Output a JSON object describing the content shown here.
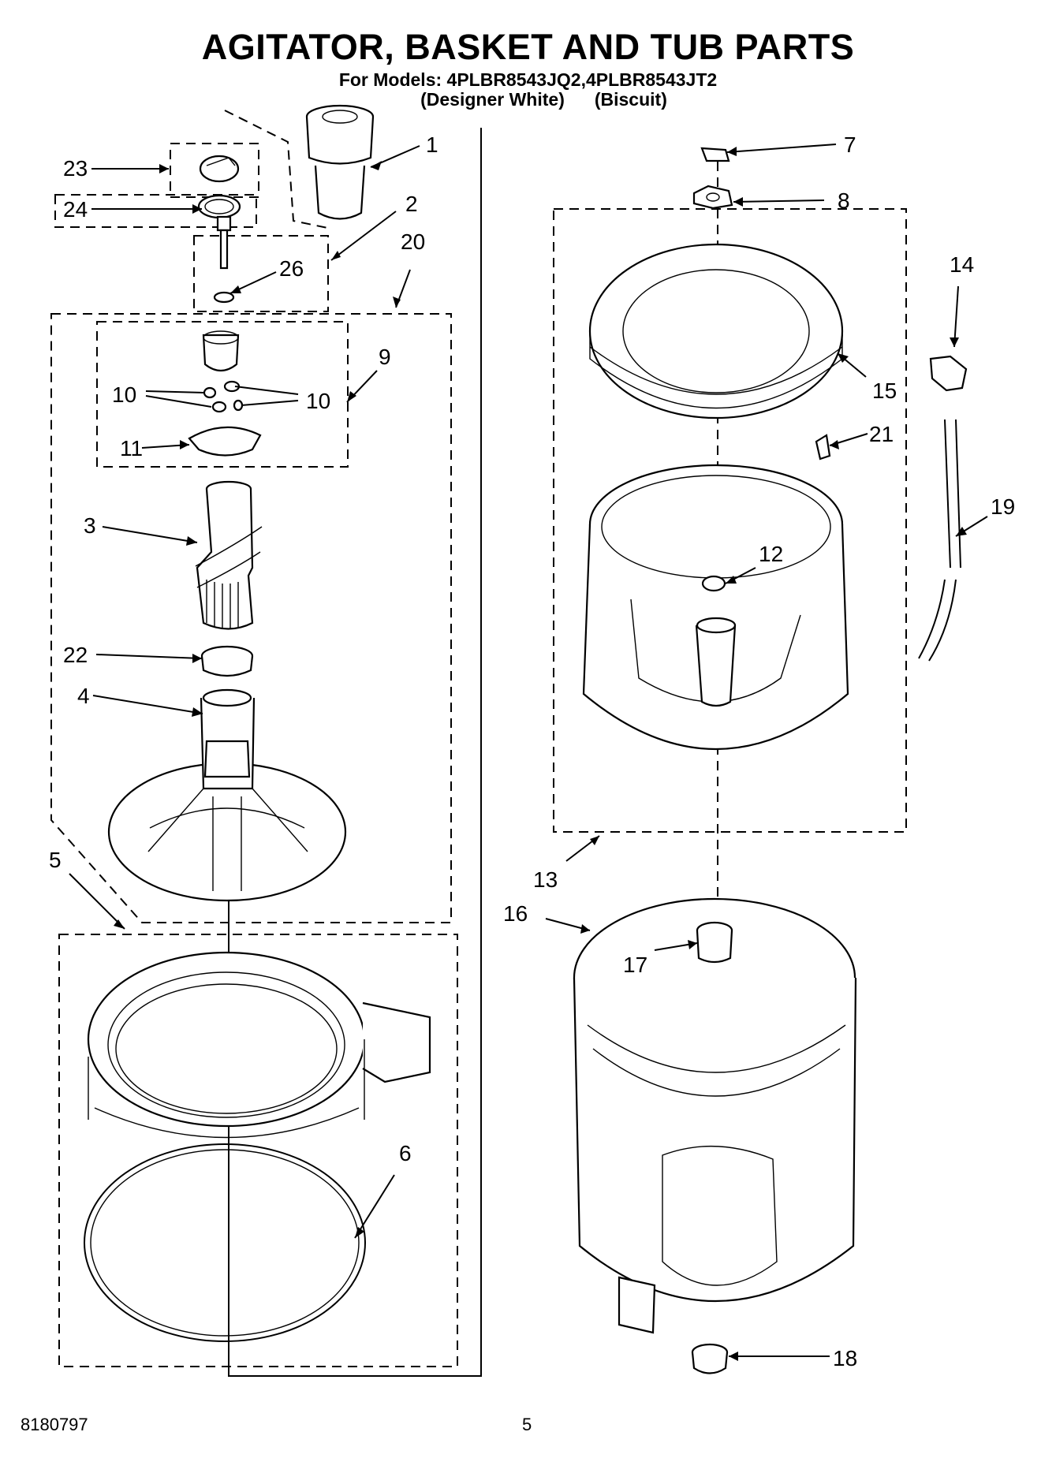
{
  "header": {
    "title": "AGITATOR, BASKET AND TUB PARTS",
    "models_line": "For Models: 4PLBR8543JQ2,4PLBR8543JT2",
    "color_1": "(Designer White)",
    "color_2": "(Biscuit)"
  },
  "callouts": {
    "p1": "1",
    "p2": "2",
    "p3": "3",
    "p4": "4",
    "p5": "5",
    "p6": "6",
    "p7": "7",
    "p8": "8",
    "p9": "9",
    "p10a": "10",
    "p10b": "10",
    "p11": "11",
    "p12": "12",
    "p13": "13",
    "p14": "14",
    "p15": "15",
    "p16": "16",
    "p17": "17",
    "p18": "18",
    "p19": "19",
    "p20": "20",
    "p21": "21",
    "p22": "22",
    "p23": "23",
    "p24": "24",
    "p26": "26"
  },
  "footer": {
    "doc_number": "8180797",
    "page_number": "5"
  }
}
